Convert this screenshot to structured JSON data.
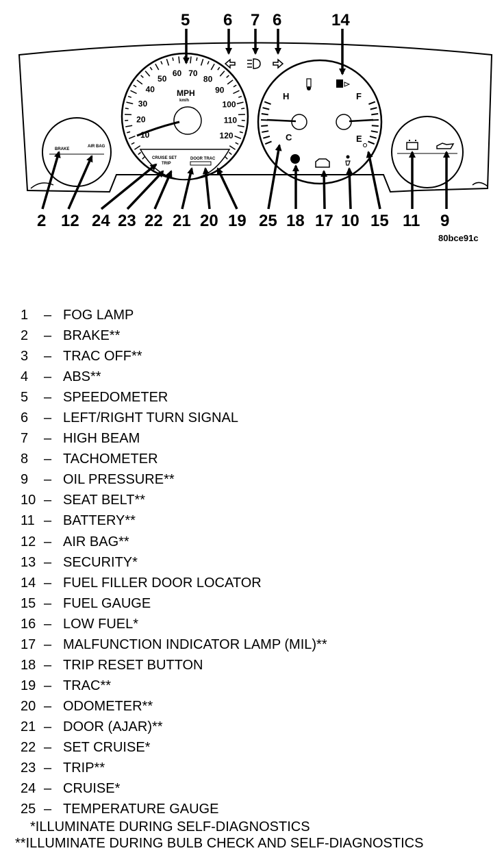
{
  "figure_id": "80bce91c",
  "top_callouts": [
    "5",
    "6",
    "7",
    "6",
    "14"
  ],
  "bottom_callouts": [
    "2",
    "12",
    "24",
    "23",
    "22",
    "21",
    "20",
    "19",
    "25",
    "18",
    "17",
    "10",
    "15",
    "11",
    "9"
  ],
  "speedometer": {
    "mph_label": "MPH",
    "kmh_label": "km/h",
    "mph_ticks": [
      "10",
      "20",
      "30",
      "40",
      "50",
      "60",
      "70",
      "80",
      "90",
      "100",
      "110",
      "120"
    ]
  },
  "gauge_labels": {
    "hot": "H",
    "cold": "C",
    "full": "F",
    "empty": "E",
    "brake": "BRAKE",
    "air_bag": "AIR BAG",
    "cruise_set": "CRUISE SET",
    "trip": "TRIP",
    "door_trac": "DOOR TRAC"
  },
  "legend": [
    {
      "num": "1",
      "label": "FOG LAMP"
    },
    {
      "num": "2",
      "label": "BRAKE**"
    },
    {
      "num": "3",
      "label": "TRAC OFF**"
    },
    {
      "num": "4",
      "label": "ABS**"
    },
    {
      "num": "5",
      "label": "SPEEDOMETER"
    },
    {
      "num": "6",
      "label": "LEFT/RIGHT TURN SIGNAL"
    },
    {
      "num": "7",
      "label": "HIGH BEAM"
    },
    {
      "num": "8",
      "label": "TACHOMETER"
    },
    {
      "num": "9",
      "label": "OIL PRESSURE**"
    },
    {
      "num": "10",
      "label": "SEAT BELT**"
    },
    {
      "num": "11",
      "label": "BATTERY**"
    },
    {
      "num": "12",
      "label": "AIR BAG**"
    },
    {
      "num": "13",
      "label": "SECURITY*"
    },
    {
      "num": "14",
      "label": "FUEL FILLER DOOR LOCATOR"
    },
    {
      "num": "15",
      "label": "FUEL GAUGE"
    },
    {
      "num": "16",
      "label": "LOW FUEL*"
    },
    {
      "num": "17",
      "label": "MALFUNCTION INDICATOR LAMP (MIL)**"
    },
    {
      "num": "18",
      "label": "TRIP RESET BUTTON"
    },
    {
      "num": "19",
      "label": "TRAC**"
    },
    {
      "num": "20",
      "label": "ODOMETER**"
    },
    {
      "num": "21",
      "label": "DOOR (AJAR)**"
    },
    {
      "num": "22",
      "label": "SET CRUISE*"
    },
    {
      "num": "23",
      "label": "TRIP**"
    },
    {
      "num": "24",
      "label": "CRUISE*"
    },
    {
      "num": "25",
      "label": "TEMPERATURE GAUGE"
    }
  ],
  "footnotes": {
    "single": "*ILLUMINATE DURING SELF-DIAGNOSTICS",
    "double": "**ILLUMINATE DURING BULB CHECK AND SELF-DIAGNOSTICS"
  }
}
